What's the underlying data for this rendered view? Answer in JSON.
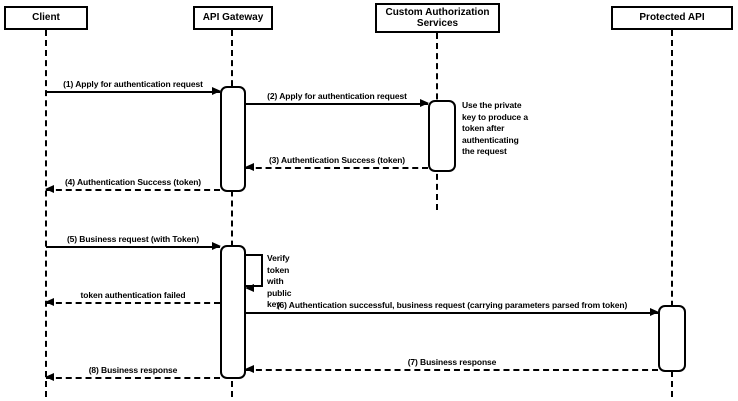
{
  "diagram_type": "sequence-diagram",
  "participants": [
    {
      "label": "Client"
    },
    {
      "label": "API Gateway"
    },
    {
      "label": "Custom Authorization Services"
    },
    {
      "label": "Protected API"
    }
  ],
  "messages": [
    {
      "label": "(1) Apply for authentication request",
      "from": "Client",
      "to": "API Gateway",
      "line": "solid"
    },
    {
      "label": "(2) Apply for authentication request",
      "from": "API Gateway",
      "to": "Custom Authorization Services",
      "line": "solid"
    },
    {
      "label": "(3) Authentication Success (token)",
      "from": "Custom Authorization Services",
      "to": "API Gateway",
      "line": "dashed"
    },
    {
      "label": "(4) Authentication Success (token)",
      "from": "API Gateway",
      "to": "Client",
      "line": "dashed"
    },
    {
      "label": "(5) Business request (with Token)",
      "from": "Client",
      "to": "API Gateway",
      "line": "solid"
    },
    {
      "label": "Verify token\nwith public key",
      "from": "API Gateway",
      "to": "API Gateway",
      "line": "solid",
      "type": "self"
    },
    {
      "label": "token authentication failed",
      "from": "API Gateway",
      "to": "Client",
      "line": "dashed"
    },
    {
      "label": "(6) Authentication successful, business request (carrying parameters parsed from token)",
      "from": "API Gateway",
      "to": "Protected API",
      "line": "solid"
    },
    {
      "label": "(7) Business response",
      "from": "Protected API",
      "to": "API Gateway",
      "line": "dashed"
    },
    {
      "label": "(8) Business response",
      "from": "API Gateway",
      "to": "Client",
      "line": "dashed"
    }
  ],
  "notes": [
    {
      "label": "Use the private\nkey to produce a\ntoken after\nauthenticating\nthe request",
      "attached_to": "Custom Authorization Services"
    }
  ],
  "colors": {
    "line": "#000000",
    "background": "#ffffff",
    "shape_fill": "#ffffff"
  }
}
